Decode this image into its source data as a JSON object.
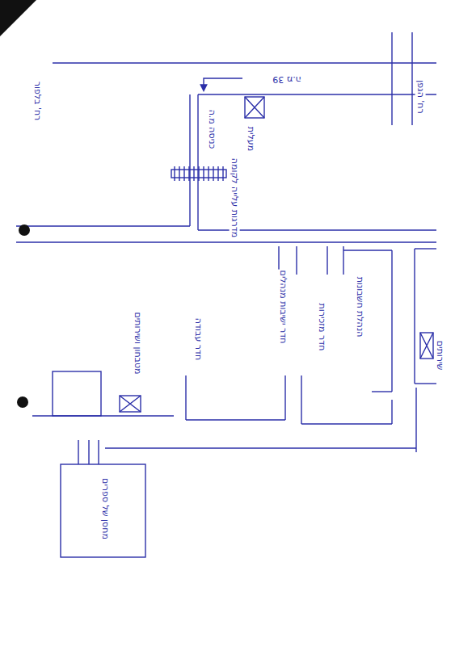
{
  "diagram": {
    "nodes": [
      {
        "text": [
          "חדר ישיבות מנהלים"
        ]
      },
      {
        "text": [
          "הנהלת חשבונות"
        ]
      },
      {
        "text": [
          "חדר מזכירות"
        ]
      },
      {
        "text": [
          "חדר עבודה"
        ]
      },
      {
        "text": [
          "מטבחון ושירותים"
        ]
      },
      {
        "text": [
          "שירותים"
        ]
      },
      {
        "text": [
          "מחסן של ספרים"
        ]
      }
    ],
    "labels": [
      "רח' בלפור",
      "רח' הגפן",
      "39 מ.ה",
      "כניסה מ.ה",
      "מעלית",
      "מדרגות עלייה לקומה"
    ]
  }
}
